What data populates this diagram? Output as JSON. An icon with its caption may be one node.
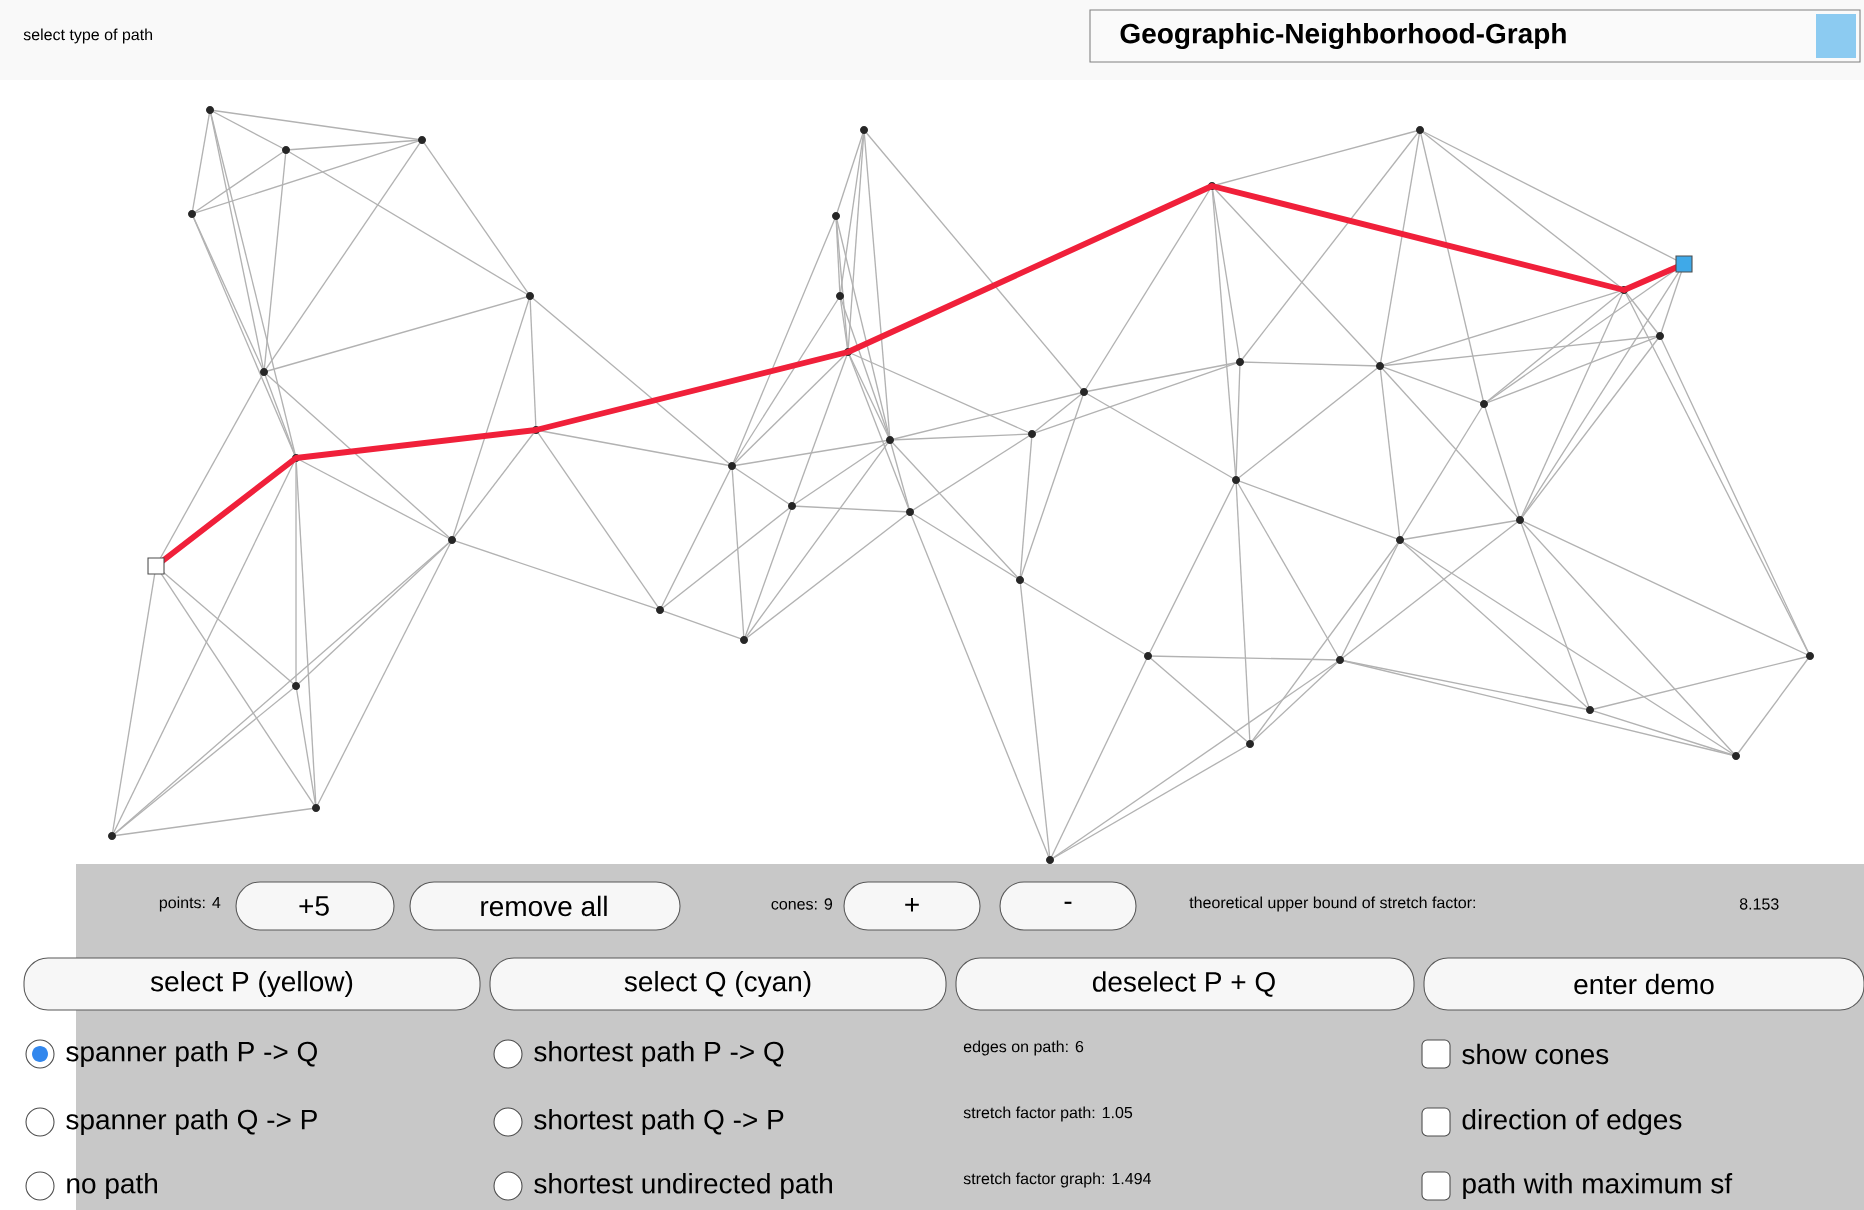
{
  "diagram": {
    "labels": [
      "select type of path",
      "Geographic-Neighborhood-Graph",
      "points: 4",
      "+5",
      "remove all",
      "cones: 9",
      "+",
      "-",
      "theoretical upper bound of stretch factor:",
      "8.153",
      "select P (yellow)",
      "select Q (cyan)",
      "deselect P + Q",
      "enter demo",
      "spanner path P -> Q",
      "shortest path P -> Q",
      "edges on path: 6",
      "show cones",
      "spanner path Q -> P",
      "shortest path Q -> P",
      "stretch factor path: 1.05",
      "direction of edges",
      "no path",
      "shortest undirected path",
      "stretch factor graph: 1.494",
      "path with maximum sf"
    ]
  }
}
